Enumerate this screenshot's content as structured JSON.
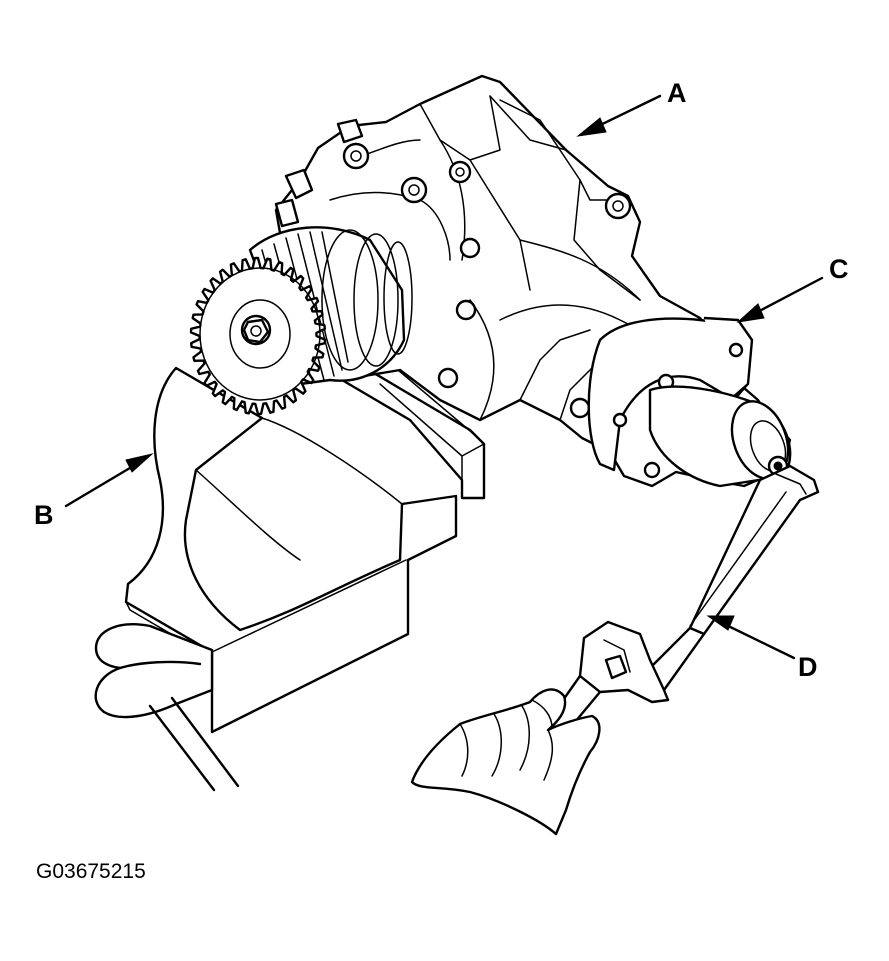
{
  "callouts": {
    "a": "A",
    "b": "B",
    "c": "C",
    "d": "D"
  },
  "figure_code": "G03675215"
}
